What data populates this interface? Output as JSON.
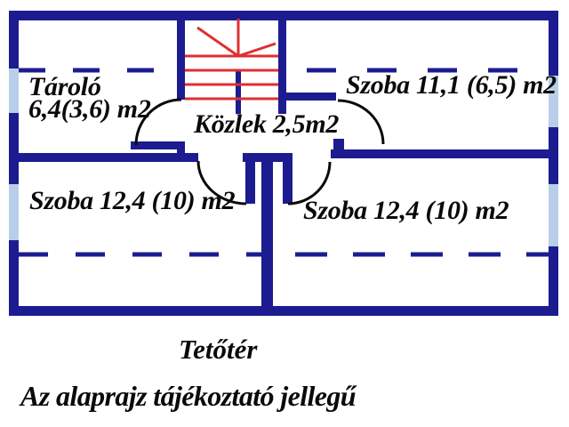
{
  "floorplan": {
    "rooms": [
      {
        "id": "tarolo",
        "name": "Tároló",
        "area": "6,4(3,6) m2"
      },
      {
        "id": "szoba-felso",
        "name": "Szoba 11,1 (6,5) m2"
      },
      {
        "id": "kozlek",
        "name": "Közlek 2,5m2"
      },
      {
        "id": "szoba-bal",
        "name": "Szoba 12,4 (10) m2"
      },
      {
        "id": "szoba-jobb",
        "name": "Szoba 12,4 (10) m2"
      }
    ],
    "floor_label": "Tetőtér",
    "disclaimer": "Az alaprajz tájékoztató jellegű"
  },
  "colors": {
    "wall": "#1c1c90",
    "window": "#b9cfe9",
    "stair": "#df2f2f",
    "door": "#0a0a0a",
    "label": "#0a0a0a",
    "background": "#ffffff"
  }
}
